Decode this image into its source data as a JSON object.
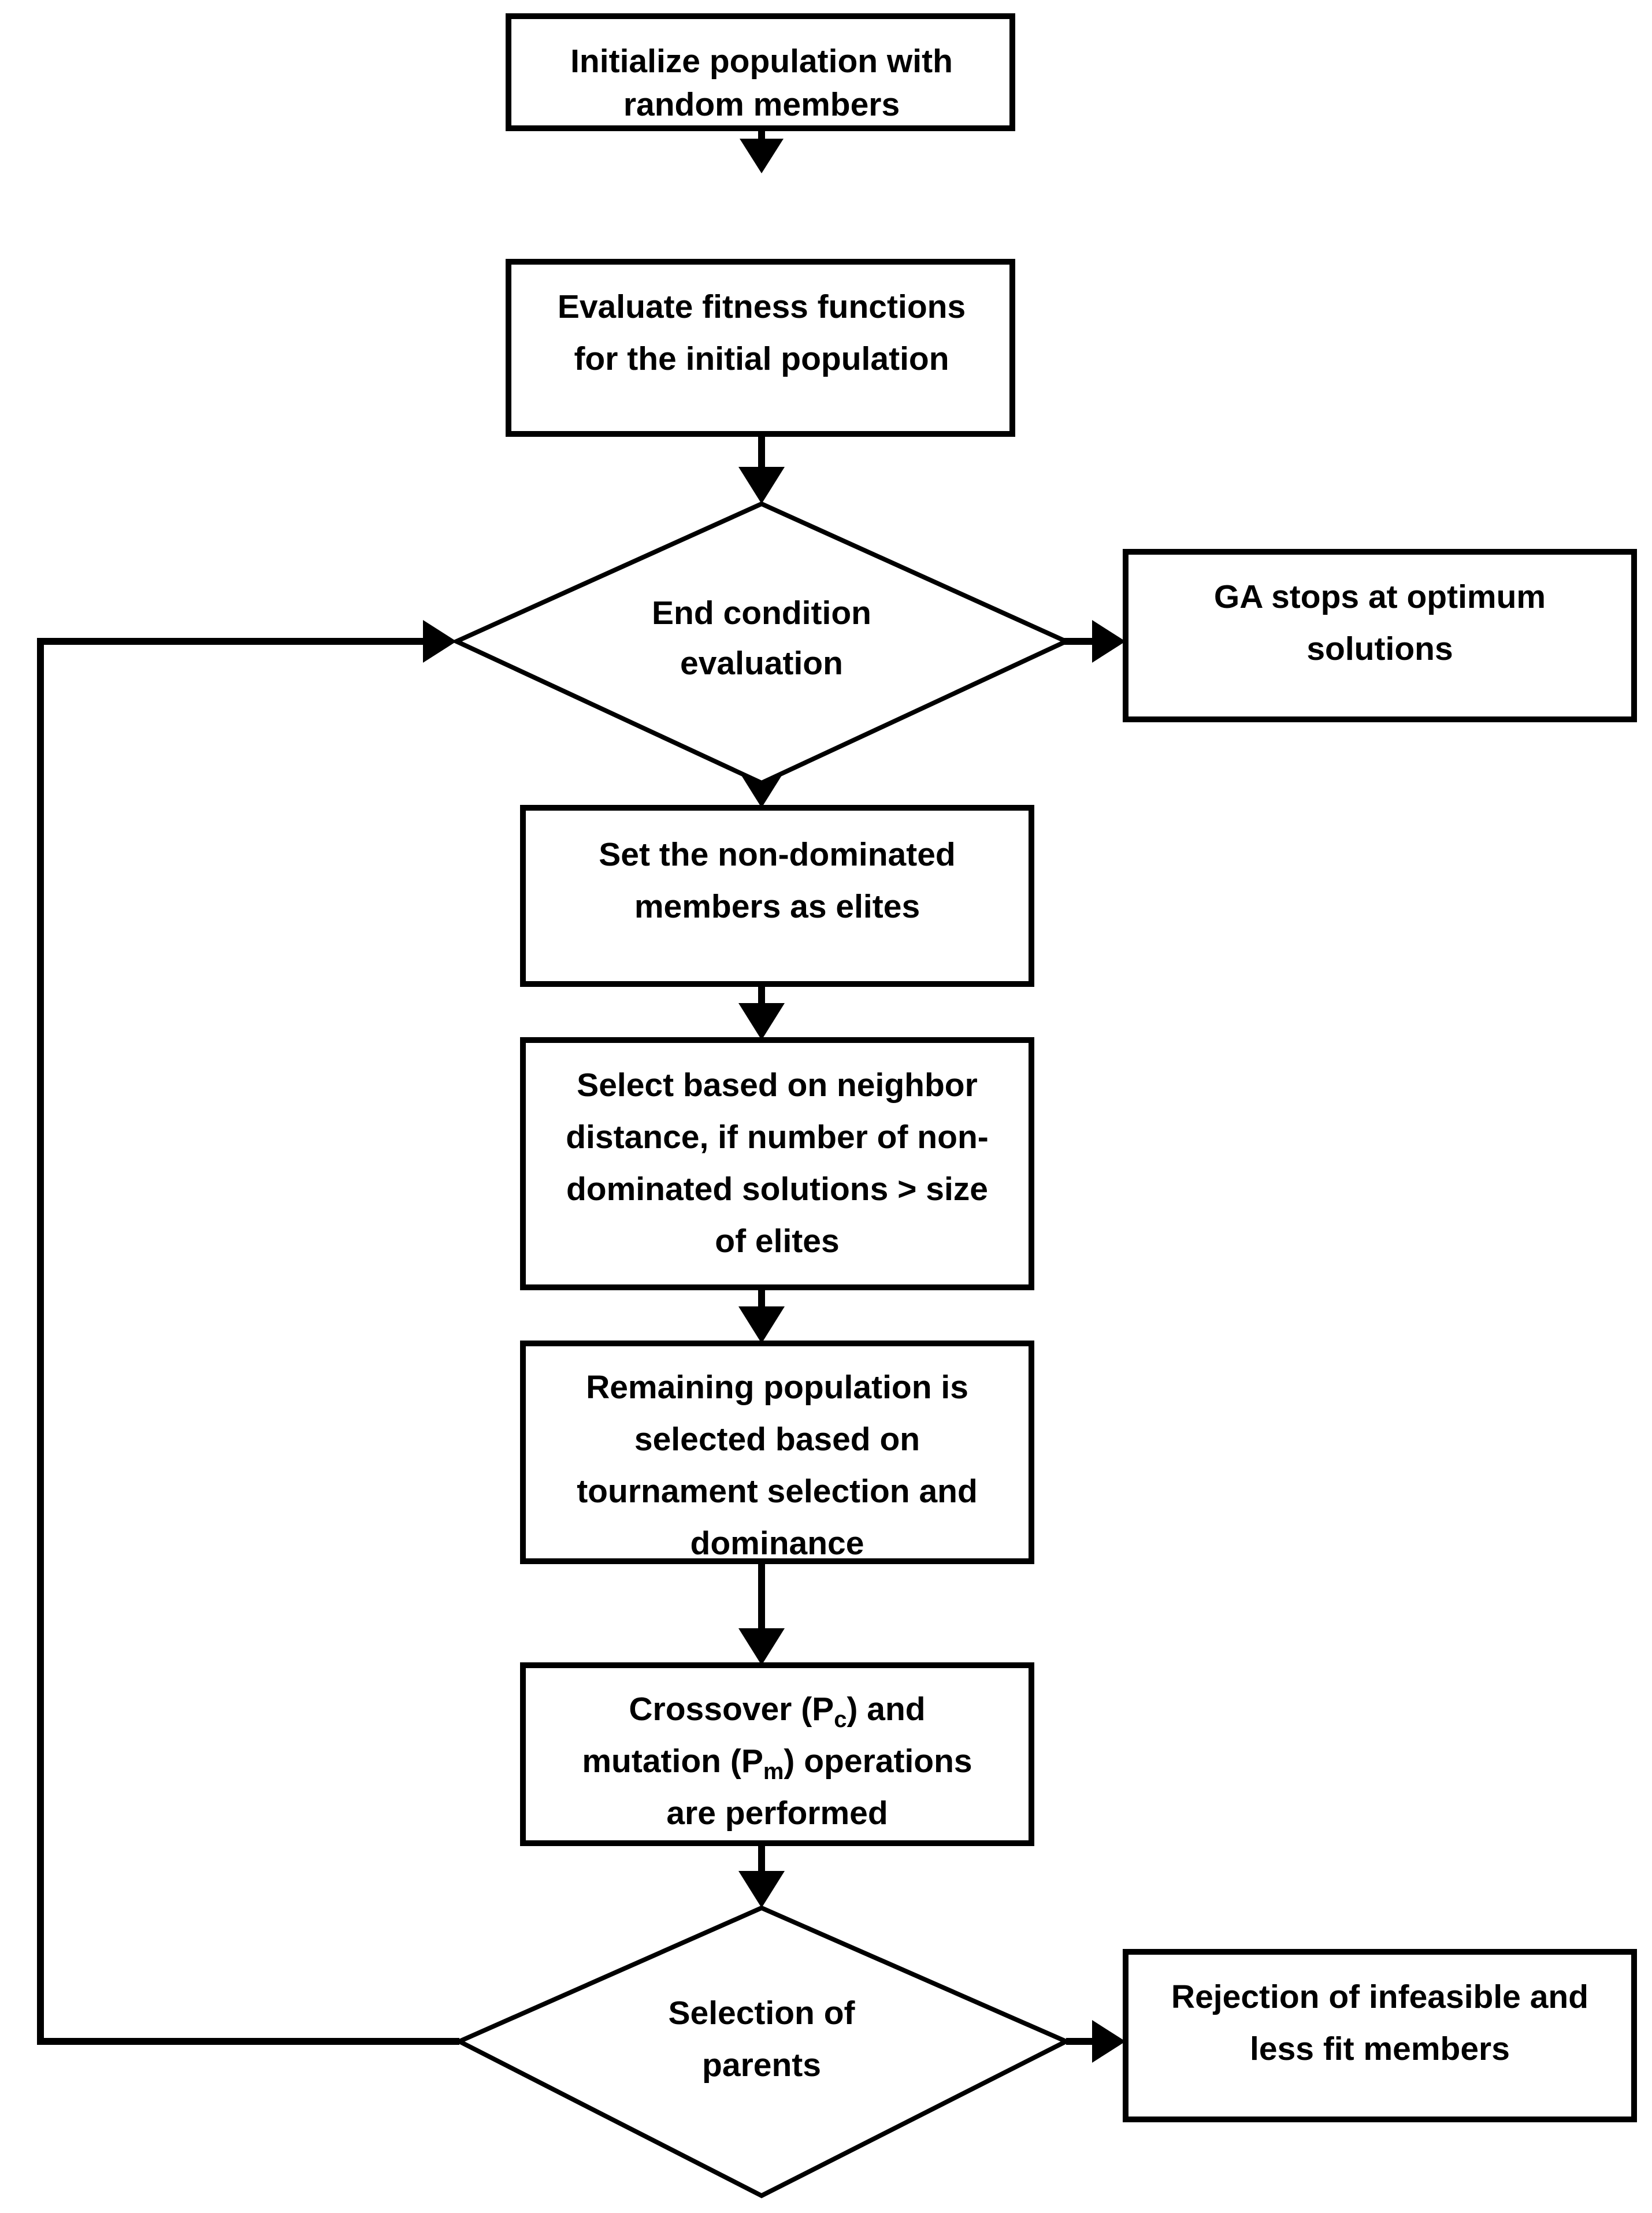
{
  "diagram": {
    "title": "Multi-objective genetic algorithm (GA) flowchart",
    "type": "flowchart",
    "background_color": "#ffffff",
    "line_color": "#000000",
    "text_color": "#000000"
  },
  "nodes": {
    "initialize_population": {
      "shape": "process",
      "lines": [
        "Initialize population with",
        "random members"
      ]
    },
    "evaluate_fitness": {
      "shape": "process",
      "lines": [
        "Evaluate fitness functions",
        "for the initial population"
      ]
    },
    "end_condition": {
      "shape": "decision",
      "lines": [
        "End condition",
        "evaluation"
      ]
    },
    "ga_stops": {
      "shape": "process",
      "lines": [
        "GA stops at optimum",
        "solutions"
      ]
    },
    "set_elites": {
      "shape": "process",
      "lines": [
        "Set the non-dominated",
        "members as elites"
      ]
    },
    "select_neighbor_distance": {
      "shape": "process",
      "lines": [
        "Select based on neighbor",
        "distance, if number of non-",
        "dominated solutions > size",
        "of elites"
      ]
    },
    "remaining_population": {
      "shape": "process",
      "lines": [
        "Remaining population is",
        "selected based on",
        "tournament selection and",
        "dominance"
      ]
    },
    "crossover_mutation": {
      "shape": "process",
      "lines_rich": [
        [
          {
            "t": "Crossover (P"
          },
          {
            "t": "c",
            "sub": true
          },
          {
            "t": ") and"
          }
        ],
        [
          {
            "t": "mutation (P"
          },
          {
            "t": "m",
            "sub": true
          },
          {
            "t": ") operations"
          }
        ],
        [
          {
            "t": "are performed"
          }
        ]
      ]
    },
    "selection_parents": {
      "shape": "decision",
      "lines": [
        "Selection of",
        "parents"
      ]
    },
    "rejection_members": {
      "shape": "process",
      "lines": [
        "Rejection of infeasible and",
        "less fit members"
      ]
    }
  },
  "edges": [
    {
      "from": "initialize_population",
      "to": "evaluate_fitness",
      "kind": "straight-down"
    },
    {
      "from": "evaluate_fitness",
      "to": "end_condition",
      "kind": "straight-down"
    },
    {
      "from": "end_condition",
      "to": "ga_stops",
      "kind": "straight-right"
    },
    {
      "from": "end_condition",
      "to": "set_elites",
      "kind": "straight-down"
    },
    {
      "from": "set_elites",
      "to": "select_neighbor_distance",
      "kind": "straight-down"
    },
    {
      "from": "select_neighbor_distance",
      "to": "remaining_population",
      "kind": "straight-down"
    },
    {
      "from": "remaining_population",
      "to": "crossover_mutation",
      "kind": "straight-down"
    },
    {
      "from": "crossover_mutation",
      "to": "selection_parents",
      "kind": "straight-down"
    },
    {
      "from": "selection_parents",
      "to": "rejection_members",
      "kind": "straight-right"
    },
    {
      "from": "selection_parents",
      "to": "end_condition",
      "kind": "feedback-loop-left"
    }
  ]
}
